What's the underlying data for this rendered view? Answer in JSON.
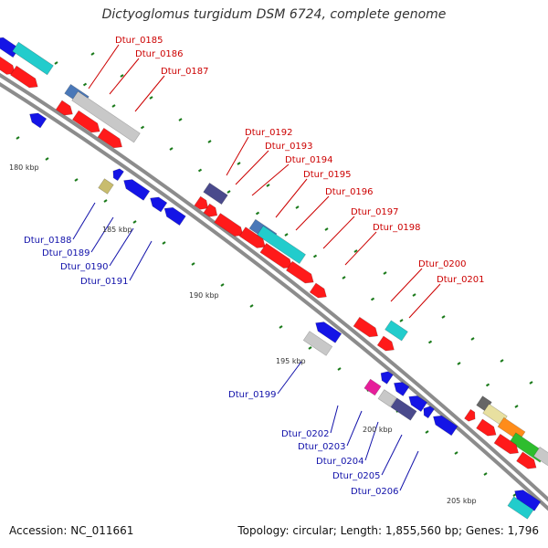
{
  "title": "Dictyoglomus turgidum DSM 6724, complete genome",
  "footer": {
    "accession": "Accession: NC_011661",
    "summary": "Topology: circular; Length: 1,855,560 bp; Genes: 1,796"
  },
  "colors": {
    "forward_label": "#cc0000",
    "reverse_label": "#1111aa",
    "backbone": "#8c8c8c",
    "ticks": "#1a7a1a",
    "red": "#ff1a1a",
    "blue": "#1414e6",
    "cyan": "#22cccc",
    "grey": "#c8c8c8",
    "navy": "#4a4a8c",
    "steel": "#4a78b8",
    "khaki": "#c8bc6e",
    "magenta": "#e61e9a",
    "orange": "#ff8c1a",
    "green": "#2ebd2e",
    "pale": "#e8e0a0",
    "darkgrey": "#666666"
  },
  "kbp_labels": [
    "180 kbp",
    "185 kbp",
    "190 kbp",
    "195 kbp",
    "200 kbp",
    "205 kbp"
  ],
  "forward_labels": [
    "Dtur_0185",
    "Dtur_0186",
    "Dtur_0187",
    "Dtur_0192",
    "Dtur_0193",
    "Dtur_0194",
    "Dtur_0195",
    "Dtur_0196",
    "Dtur_0197",
    "Dtur_0198",
    "Dtur_0200",
    "Dtur_0201"
  ],
  "reverse_labels": [
    "Dtur_0188",
    "Dtur_0189",
    "Dtur_0190",
    "Dtur_0191",
    "Dtur_0199",
    "Dtur_0202",
    "Dtur_0203",
    "Dtur_0204",
    "Dtur_0205",
    "Dtur_0206"
  ]
}
